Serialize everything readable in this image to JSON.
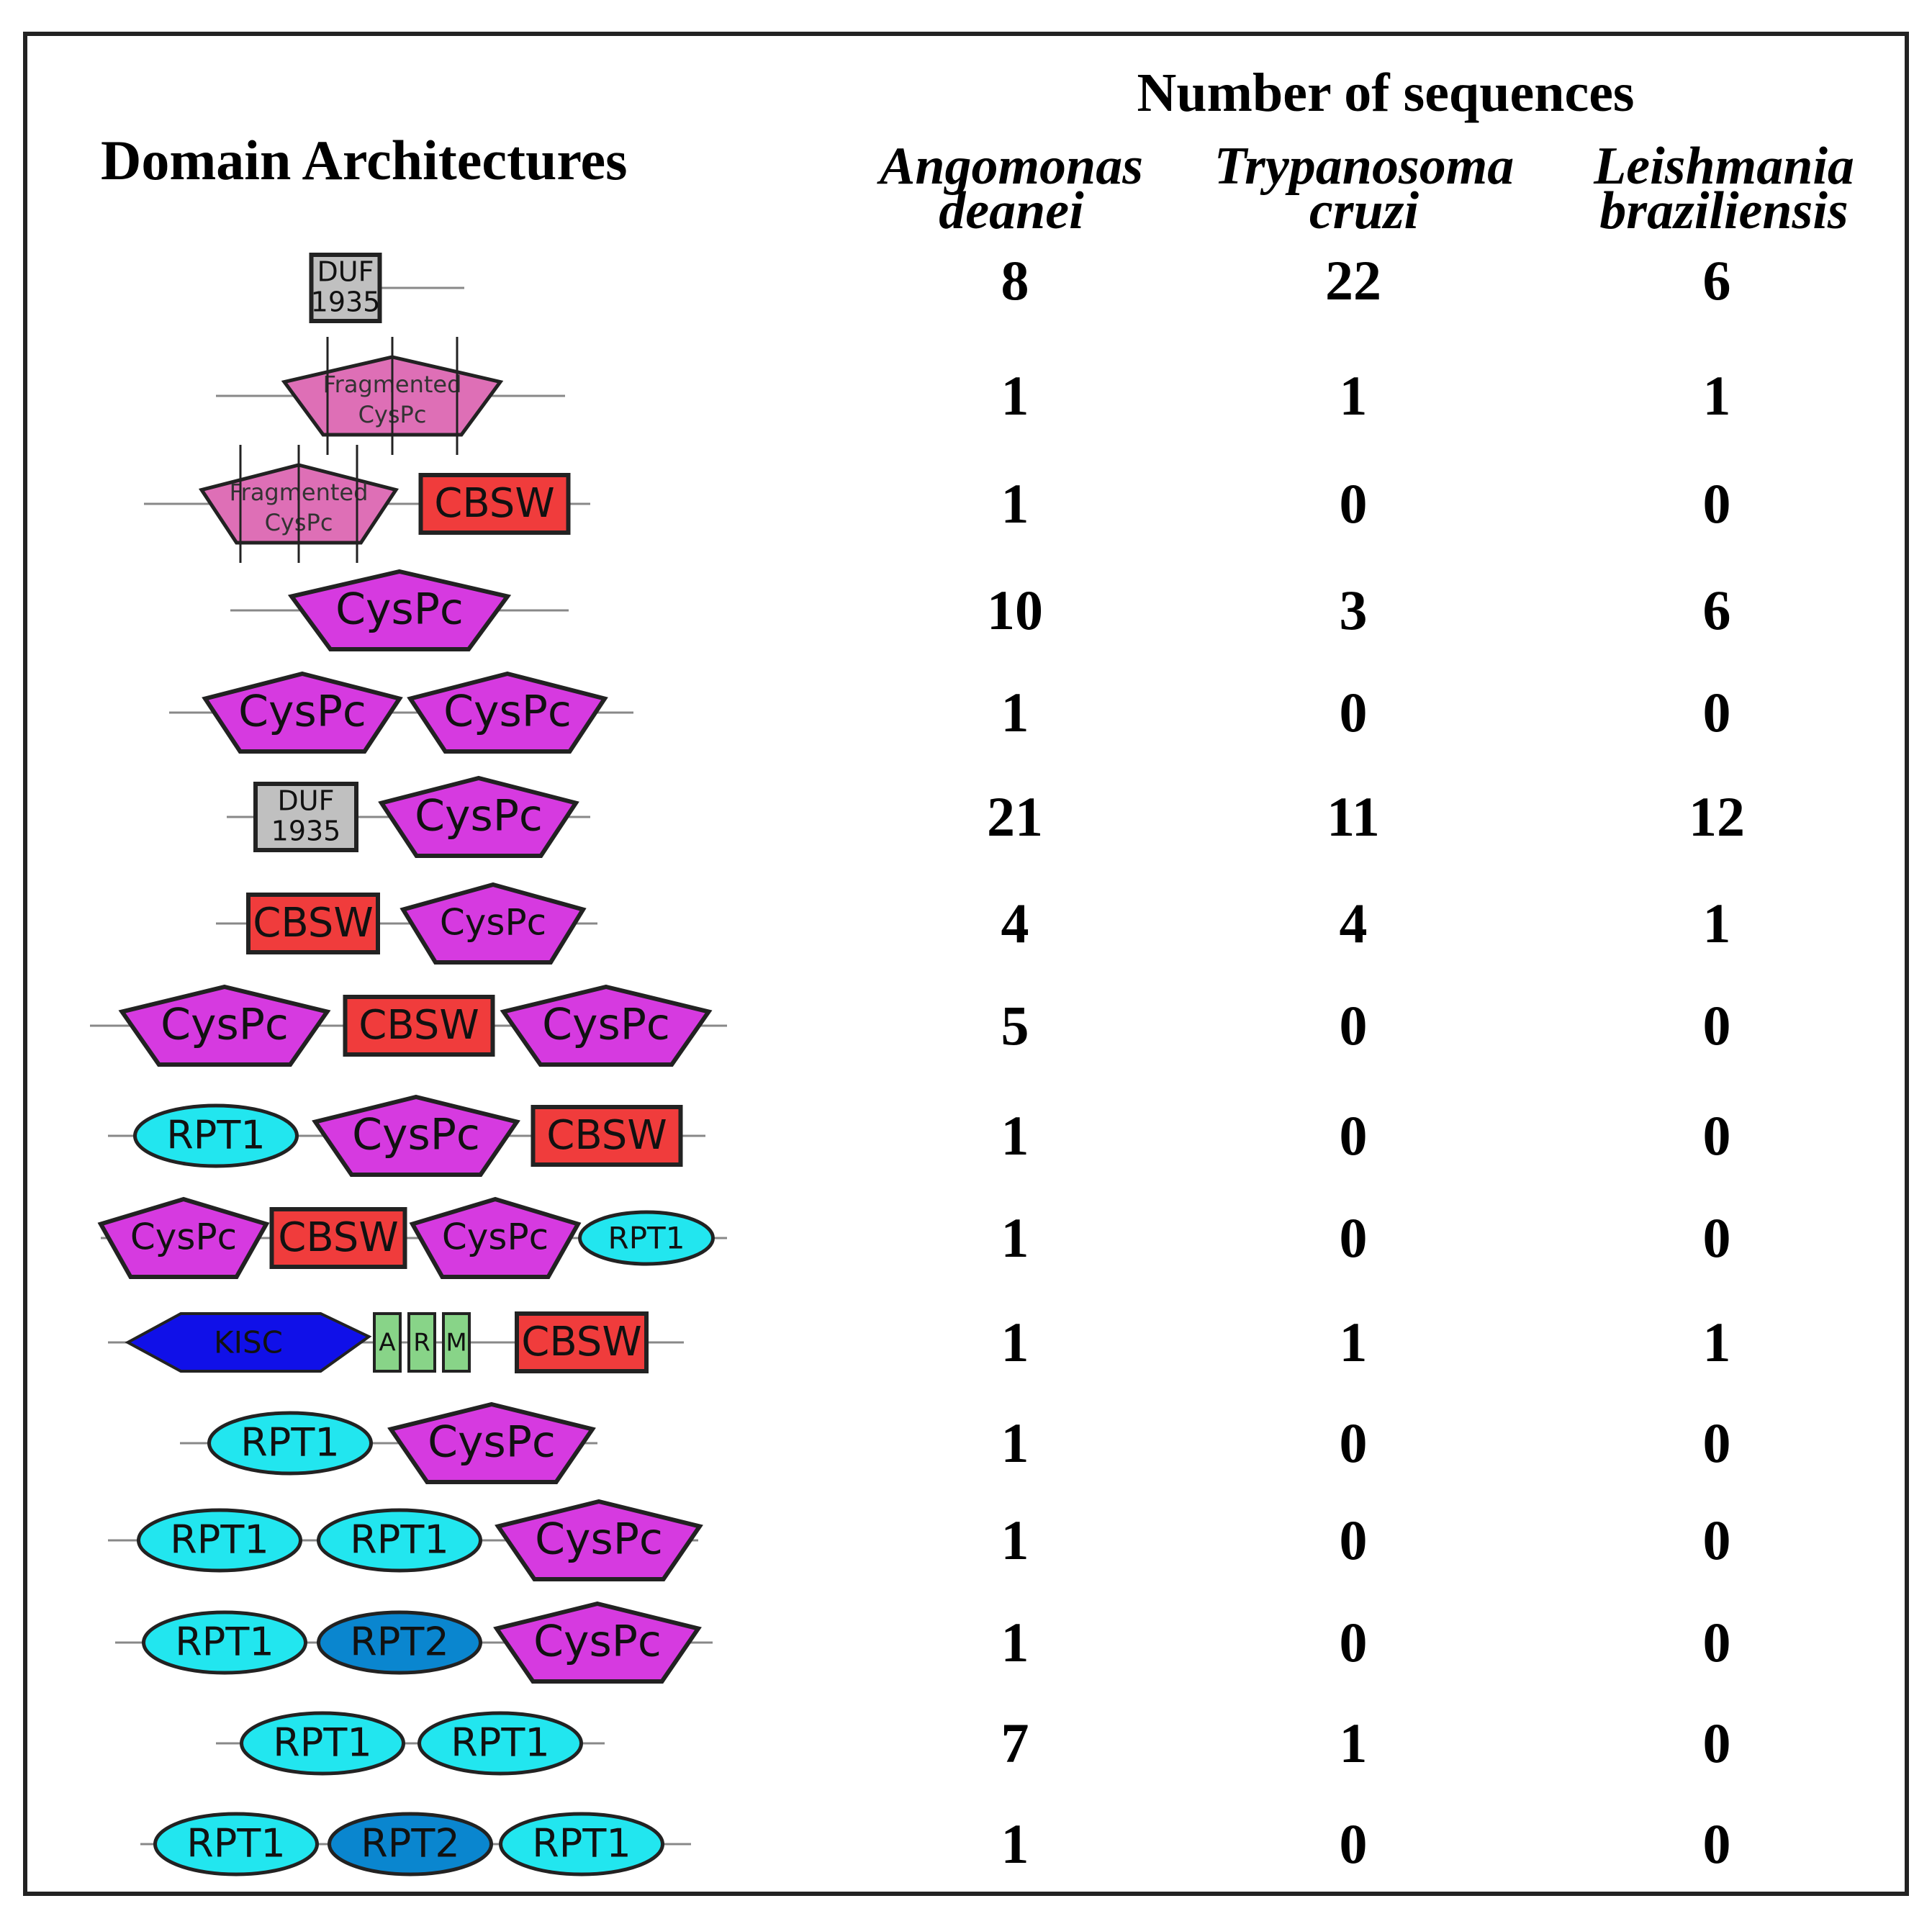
{
  "header": {
    "architectures_title": "Domain Architectures",
    "counts_title": "Number of sequences"
  },
  "species": [
    {
      "genus": "Angomonas",
      "epithet": "deanei"
    },
    {
      "genus": "Trypanosoma",
      "epithet": "cruzi"
    },
    {
      "genus": "Leishmania",
      "epithet": "braziliensis"
    }
  ],
  "domain_colors": {
    "DUF1935": "#c0c0c0",
    "CBSW": "#f03c3c",
    "CysPc": "#d63ae0",
    "Fragmented CysPc": "#de6fb6",
    "RPT1": "#22e6ef",
    "RPT2": "#0a86cf",
    "KISC": "#1010e8",
    "ARM": "#88d488"
  },
  "rows": [
    {
      "domains": [
        {
          "type": "box",
          "label": "DUF 1935"
        }
      ],
      "counts": [
        "8",
        "22",
        "6"
      ]
    },
    {
      "domains": [
        {
          "type": "frag",
          "label": "Fragmented CysPc"
        }
      ],
      "counts": [
        "1",
        "1",
        "1"
      ]
    },
    {
      "domains": [
        {
          "type": "frag",
          "label": "Fragmented CysPc"
        },
        {
          "type": "cbsw",
          "label": "CBSW"
        }
      ],
      "counts": [
        "1",
        "0",
        "0"
      ]
    },
    {
      "domains": [
        {
          "type": "cyspc",
          "label": "CysPc"
        }
      ],
      "counts": [
        "10",
        "3",
        "6"
      ]
    },
    {
      "domains": [
        {
          "type": "cyspc",
          "label": "CysPc"
        },
        {
          "type": "cyspc",
          "label": "CysPc"
        }
      ],
      "counts": [
        "1",
        "0",
        "0"
      ]
    },
    {
      "domains": [
        {
          "type": "box",
          "label": "DUF 1935"
        },
        {
          "type": "cyspc",
          "label": "CysPc"
        }
      ],
      "counts": [
        "21",
        "11",
        "12"
      ]
    },
    {
      "domains": [
        {
          "type": "cbsw",
          "label": "CBSW"
        },
        {
          "type": "cyspc",
          "label": "CysPc"
        }
      ],
      "counts": [
        "4",
        "4",
        "1"
      ]
    },
    {
      "domains": [
        {
          "type": "cyspc",
          "label": "CysPc"
        },
        {
          "type": "cbsw",
          "label": "CBSW"
        },
        {
          "type": "cyspc",
          "label": "CysPc"
        }
      ],
      "counts": [
        "5",
        "0",
        "0"
      ]
    },
    {
      "domains": [
        {
          "type": "rpt1",
          "label": "RPT1"
        },
        {
          "type": "cyspc",
          "label": "CysPc"
        },
        {
          "type": "cbsw",
          "label": "CBSW"
        }
      ],
      "counts": [
        "1",
        "0",
        "0"
      ]
    },
    {
      "domains": [
        {
          "type": "cyspc",
          "label": "CysPc"
        },
        {
          "type": "cbsw",
          "label": "CBSW"
        },
        {
          "type": "cyspc",
          "label": "CysPc"
        },
        {
          "type": "rpt1",
          "label": "RPT1"
        }
      ],
      "counts": [
        "1",
        "0",
        "0"
      ]
    },
    {
      "domains": [
        {
          "type": "kisc",
          "label": "KISC"
        },
        {
          "type": "arm",
          "label": "A R M"
        },
        {
          "type": "cbsw",
          "label": "CBSW"
        }
      ],
      "counts": [
        "1",
        "1",
        "1"
      ]
    },
    {
      "domains": [
        {
          "type": "rpt1",
          "label": "RPT1"
        },
        {
          "type": "cyspc",
          "label": "CysPc"
        }
      ],
      "counts": [
        "1",
        "0",
        "0"
      ]
    },
    {
      "domains": [
        {
          "type": "rpt1",
          "label": "RPT1"
        },
        {
          "type": "rpt1",
          "label": "RPT1"
        },
        {
          "type": "cyspc",
          "label": "CysPc"
        }
      ],
      "counts": [
        "1",
        "0",
        "0"
      ]
    },
    {
      "domains": [
        {
          "type": "rpt1",
          "label": "RPT1"
        },
        {
          "type": "rpt2",
          "label": "RPT2"
        },
        {
          "type": "cyspc",
          "label": "CysPc"
        }
      ],
      "counts": [
        "1",
        "0",
        "0"
      ]
    },
    {
      "domains": [
        {
          "type": "rpt1",
          "label": "RPT1"
        },
        {
          "type": "rpt1",
          "label": "RPT1"
        }
      ],
      "counts": [
        "7",
        "1",
        "0"
      ]
    },
    {
      "domains": [
        {
          "type": "rpt1",
          "label": "RPT1"
        },
        {
          "type": "rpt2",
          "label": "RPT2"
        },
        {
          "type": "rpt1",
          "label": "RPT1"
        }
      ],
      "counts": [
        "1",
        "0",
        "0"
      ]
    }
  ]
}
